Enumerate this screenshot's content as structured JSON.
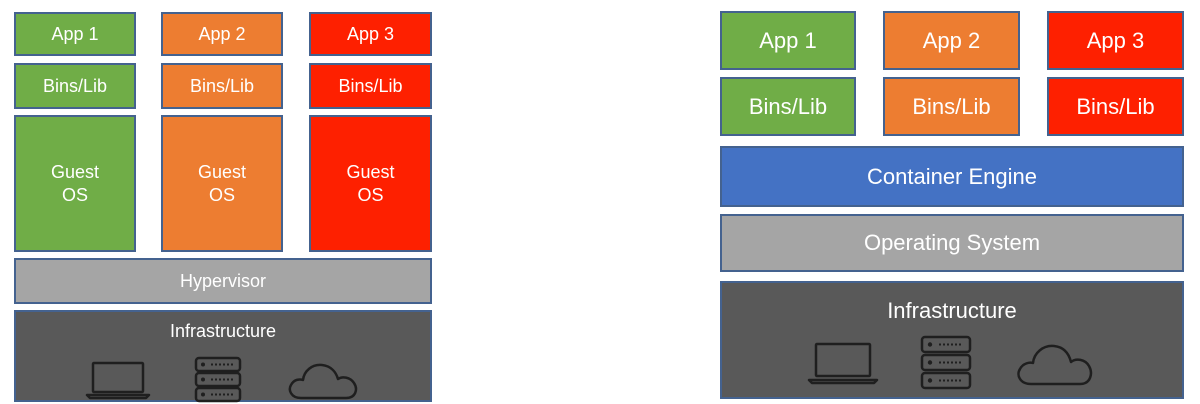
{
  "vm_stack": {
    "apps": [
      "App 1",
      "App 2",
      "App 3"
    ],
    "bins": [
      "Bins/Lib",
      "Bins/Lib",
      "Bins/Lib"
    ],
    "guest_os": [
      "Guest\nOS",
      "Guest\nOS",
      "Guest\nOS"
    ],
    "hypervisor": "Hypervisor",
    "infrastructure": "Infrastructure"
  },
  "container_stack": {
    "apps": [
      "App 1",
      "App 2",
      "App 3"
    ],
    "bins": [
      "Bins/Lib",
      "Bins/Lib",
      "Bins/Lib"
    ],
    "container_engine": "Container Engine",
    "operating_system": "Operating System",
    "infrastructure": "Infrastructure"
  },
  "colors": {
    "green": "#70ad47",
    "orange": "#ed7d31",
    "red": "#fe2000",
    "gray": "#a5a5a5",
    "dark": "#595959",
    "blue": "#4472c4",
    "border": "#44628f"
  },
  "icons": [
    "laptop-icon",
    "server-icon",
    "cloud-icon"
  ]
}
